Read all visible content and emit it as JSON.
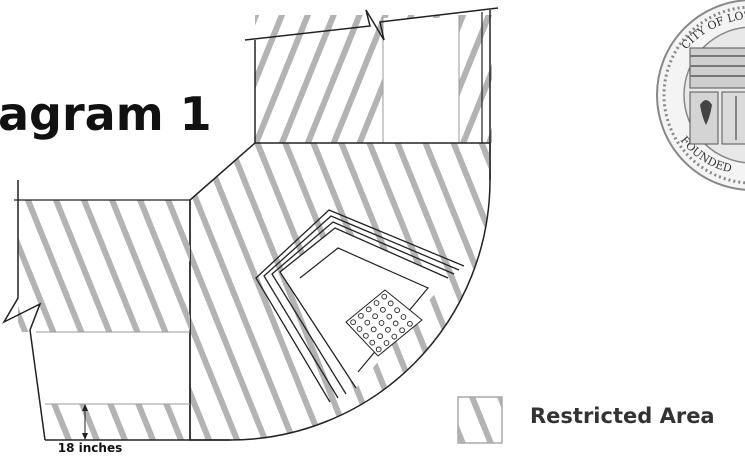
{
  "title": "agram 1",
  "legend": {
    "label": "Restricted Area"
  },
  "measurement": {
    "label": "18 inches"
  },
  "seal": {
    "top_text": "CITY OF LOS",
    "bottom_text": "FOUNDED"
  },
  "colors": {
    "hatch": "#b3b3b3",
    "line": "#222222",
    "text": "#333333"
  }
}
